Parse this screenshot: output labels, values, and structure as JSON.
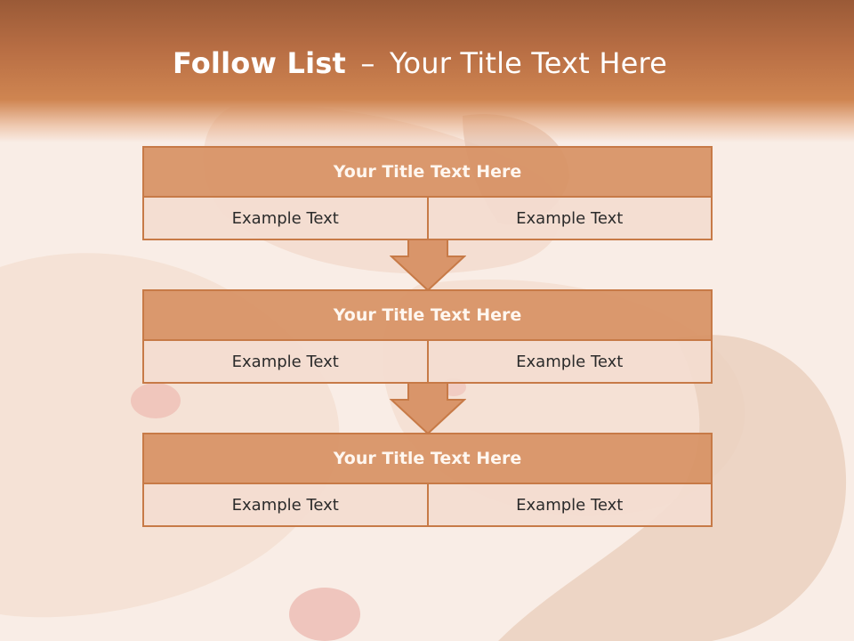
{
  "slide": {
    "title_bold": "Follow List",
    "title_separator": "–",
    "title_rest": "Your Title Text Here"
  },
  "flow": {
    "blocks": [
      {
        "title": "Your Title Text Here",
        "left": "Example Text",
        "right": "Example Text"
      },
      {
        "title": "Your Title Text Here",
        "left": "Example Text",
        "right": "Example Text"
      },
      {
        "title": "Your Title Text Here",
        "left": "Example Text",
        "right": "Example Text"
      }
    ]
  },
  "colors": {
    "header": "#b86e44",
    "block_title_fill": "#d79164",
    "block_border": "#c77a47",
    "cell_fill": "#f3dcd0",
    "arrow_fill": "#d9956a"
  }
}
